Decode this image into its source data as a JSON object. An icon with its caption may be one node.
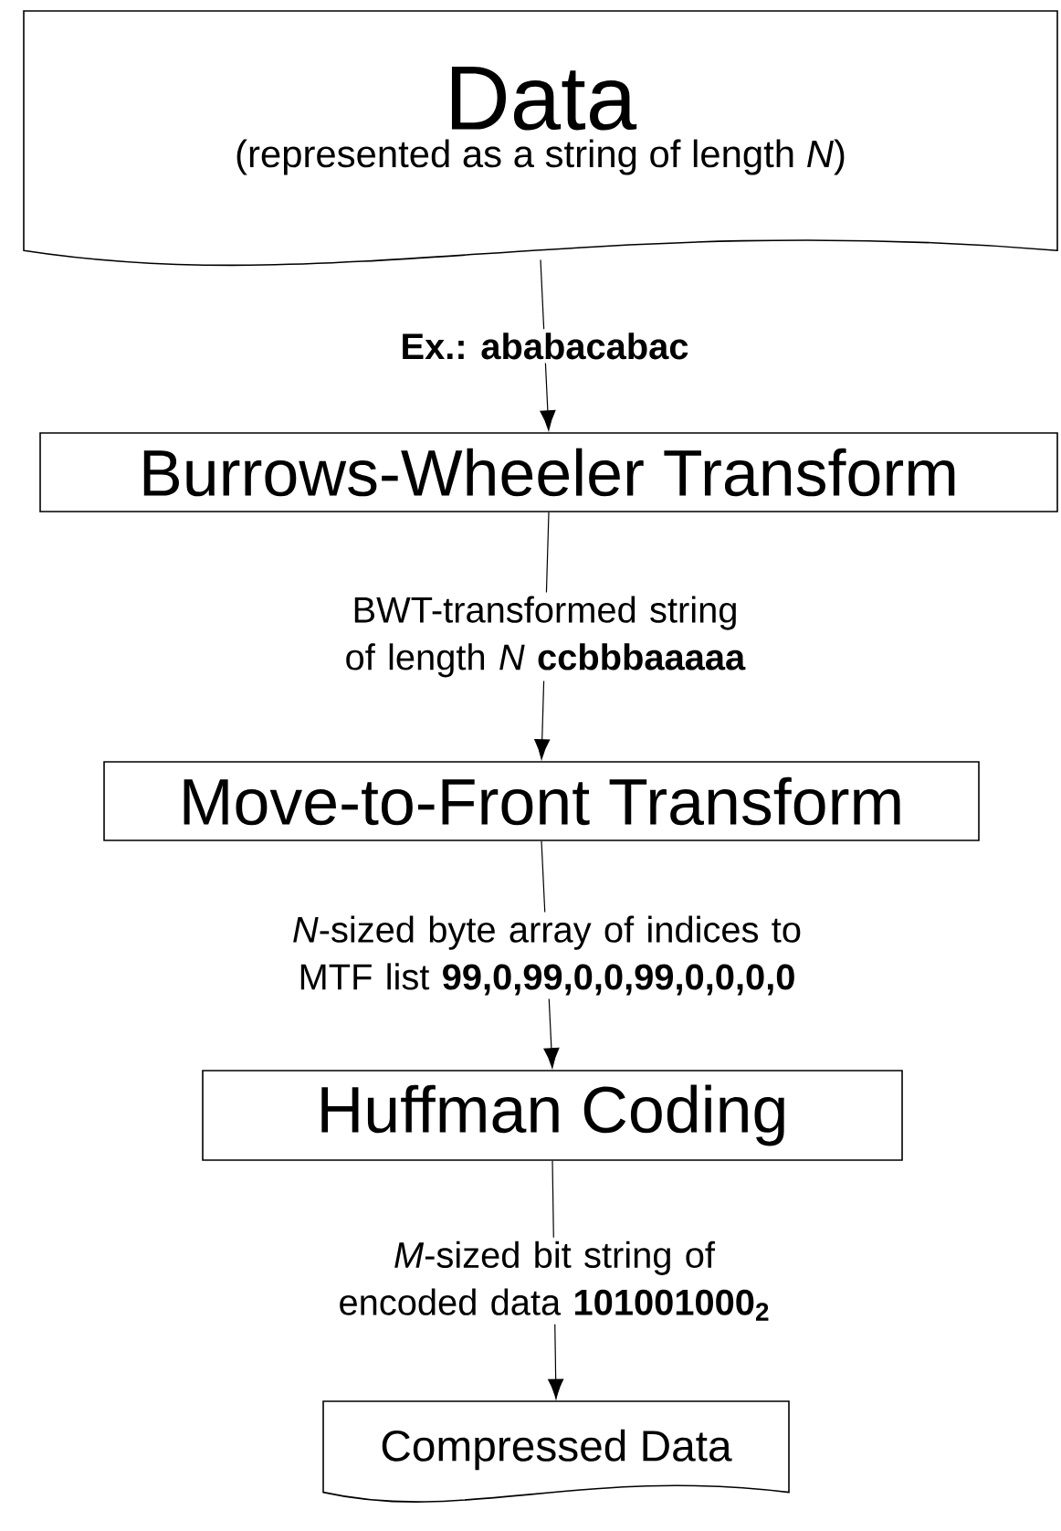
{
  "diagram": {
    "nodes": [
      {
        "text": [
          "Data",
          "(represented as a string of length *N*)"
        ]
      },
      {
        "text": [
          "Burrows-Wheeler Transform"
        ]
      },
      {
        "text": [
          "Move-to-Front Transform"
        ]
      },
      {
        "text": [
          "Huffman Coding"
        ]
      },
      {
        "text": [
          "Compressed Data"
        ]
      }
    ],
    "edges": [
      {
        "from": 0,
        "to": 1,
        "arrow": "to",
        "label": "Ex.: ababacabac"
      },
      {
        "from": 1,
        "to": 2,
        "arrow": "to",
        "label": "BWT-transformed string of length *N* **ccbbbaaaaa**"
      },
      {
        "from": 2,
        "to": 3,
        "arrow": "to",
        "label": "*N*-sized byte array of indices to MTF list **99,0,99,0,0,99,0,0,0,0**"
      },
      {
        "from": 3,
        "to": 4,
        "arrow": "to",
        "label": "*M*-sized bit string of encoded data **101001000$_{2}$**"
      }
    ]
  }
}
